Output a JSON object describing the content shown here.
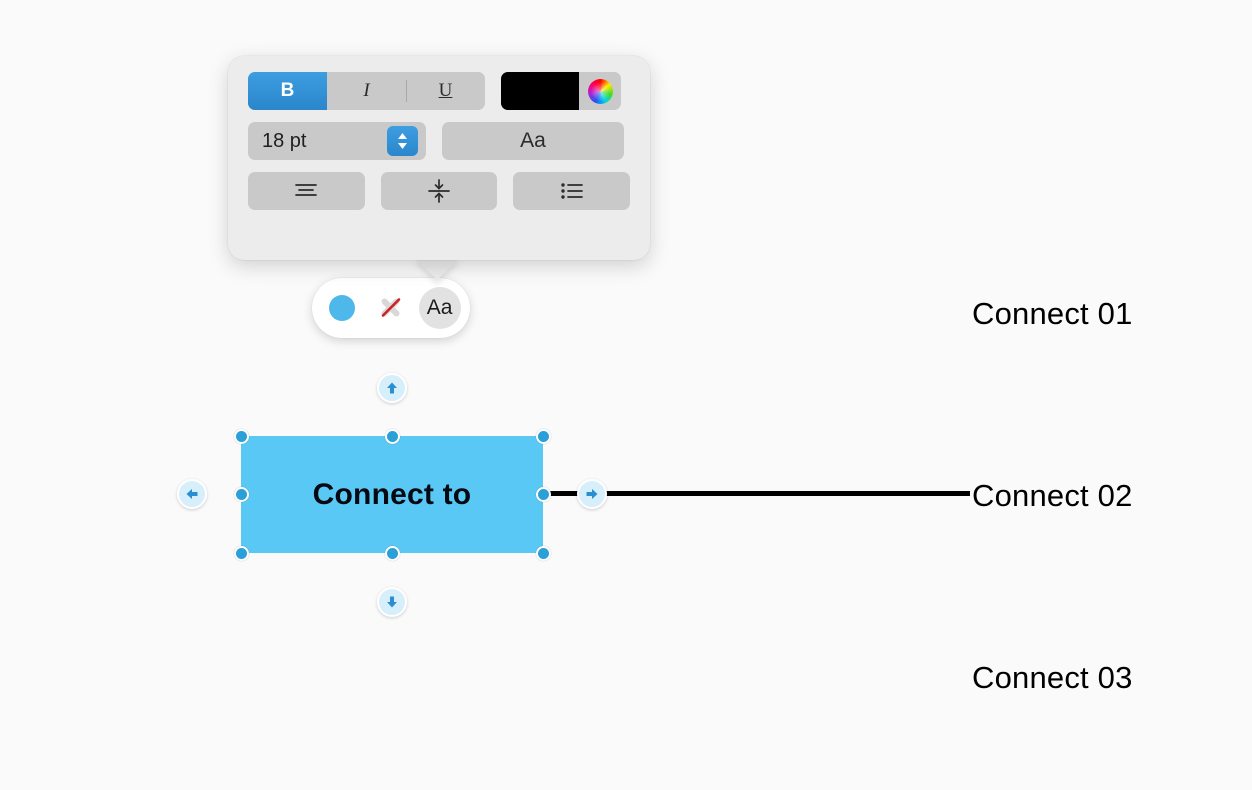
{
  "canvas": {
    "background_color": "#fafafa",
    "labels": [
      {
        "text": "Connect 01"
      },
      {
        "text": "Connect 02"
      },
      {
        "text": "Connect 03"
      }
    ],
    "shape": {
      "text": "Connect to",
      "fill_color": "#5ac8f5",
      "handle_color": "#2a9fd8",
      "selected": true
    },
    "connector": {
      "color": "#000000"
    },
    "arrow_buttons": [
      {
        "name": "up",
        "glyph": "arrow-up-icon"
      },
      {
        "name": "down",
        "glyph": "arrow-down-icon"
      },
      {
        "name": "left",
        "glyph": "arrow-left-icon"
      },
      {
        "name": "right",
        "glyph": "arrow-right-icon"
      }
    ]
  },
  "style_pill": {
    "fill_label": "fill-color-swatch",
    "fill_color": "#4fb8ea",
    "stroke_label": "no-stroke-icon",
    "text_label": "Aa",
    "text_selected": true
  },
  "format_popover": {
    "style_segments": [
      {
        "label": "B",
        "name": "bold",
        "active": true
      },
      {
        "label": "I",
        "name": "italic",
        "active": false
      },
      {
        "label": "U",
        "name": "underline",
        "active": false
      }
    ],
    "text_color": "#000000",
    "color_wheel_label": "color-wheel-icon",
    "font_size": "18 pt",
    "stepper_label": "stepper-icon",
    "font_button_label": "Aa",
    "align_label": "align-center-icon",
    "spacing_label": "line-spacing-icon",
    "list_label": "bulleted-list-icon"
  }
}
